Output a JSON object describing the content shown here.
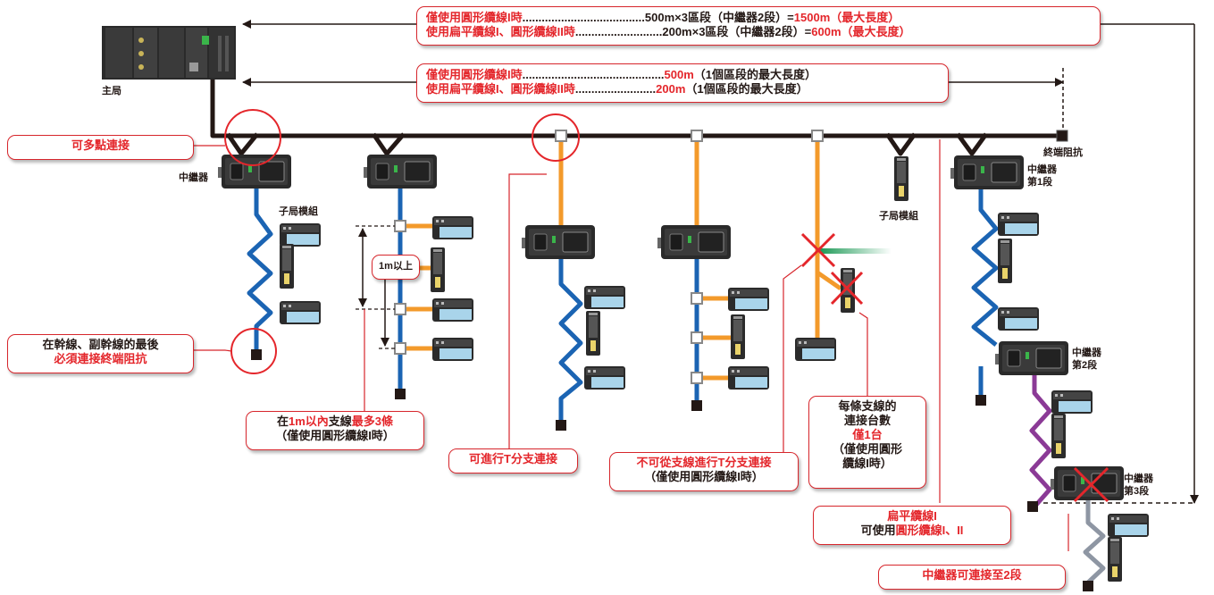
{
  "top_box_1": {
    "line1_a": "僅使用圓形纜線I時",
    "line1_b": "......................................500m×3區段（中繼器2段）=",
    "line1_c": "1500m（最大長度）",
    "line2_a": "使用扁平纜線I、圓形纜線II時",
    "line2_b": "...........................200m×3區段（中繼器2段）=",
    "line2_c": "600m（最大長度）"
  },
  "top_box_2": {
    "line1_a": "僅使用圓形纜線I時",
    "line1_b": "............................................",
    "line1_c": "500m",
    "line1_d": "（1個區段的最大長度）",
    "line2_a": "使用扁平纜線I、圓形纜線II時",
    "line2_b": ".........................",
    "line2_c": "200m",
    "line2_d": "（1個區段的最大長度）"
  },
  "labels": {
    "master": "主局",
    "repeater": "中繼器",
    "slave_module": "子局模組",
    "slave_module_2": "子局模組",
    "terminator": "終端阻抗",
    "repeater_1_a": "中繼器",
    "repeater_1_b": "第1段",
    "repeater_2_a": "中繼器",
    "repeater_2_b": "第2段",
    "repeater_3_a": "中繼器",
    "repeater_3_b": "第3段",
    "one_m_above": "1m以上"
  },
  "callouts": {
    "multidrop": "可多點連接",
    "terminator_a": "在幹線、副幹線的最後",
    "terminator_b": "必須連接終端阻抗",
    "within_1m_a": "在",
    "within_1m_b": "1m以內",
    "within_1m_c": "支線",
    "within_1m_d": "最多3條",
    "within_1m_e": "（僅使用圓形纜線I時）",
    "t_branch": "可進行T分支連接",
    "no_t_branch_a": "不可從支線進行T分支連接",
    "no_t_branch_b": "（僅使用圓形纜線I時）",
    "per_branch_a": "每條支線的",
    "per_branch_b": "連接台數",
    "per_branch_c": "僅1台",
    "per_branch_d": "（僅使用圓形",
    "per_branch_e": "纜線I時）",
    "flat_a": "扁平纜線I",
    "flat_b": "可使用",
    "flat_c": "圓形纜線I、II",
    "repeater_limit": "中繼器可連接至2段"
  },
  "colors": {
    "trunk": "#231815",
    "blue": "#1b64b3",
    "orange": "#f39a2b",
    "purple": "#8b3a96",
    "gray": "#8e96a3",
    "green": "#2aa15e",
    "red": "#e4262b"
  }
}
